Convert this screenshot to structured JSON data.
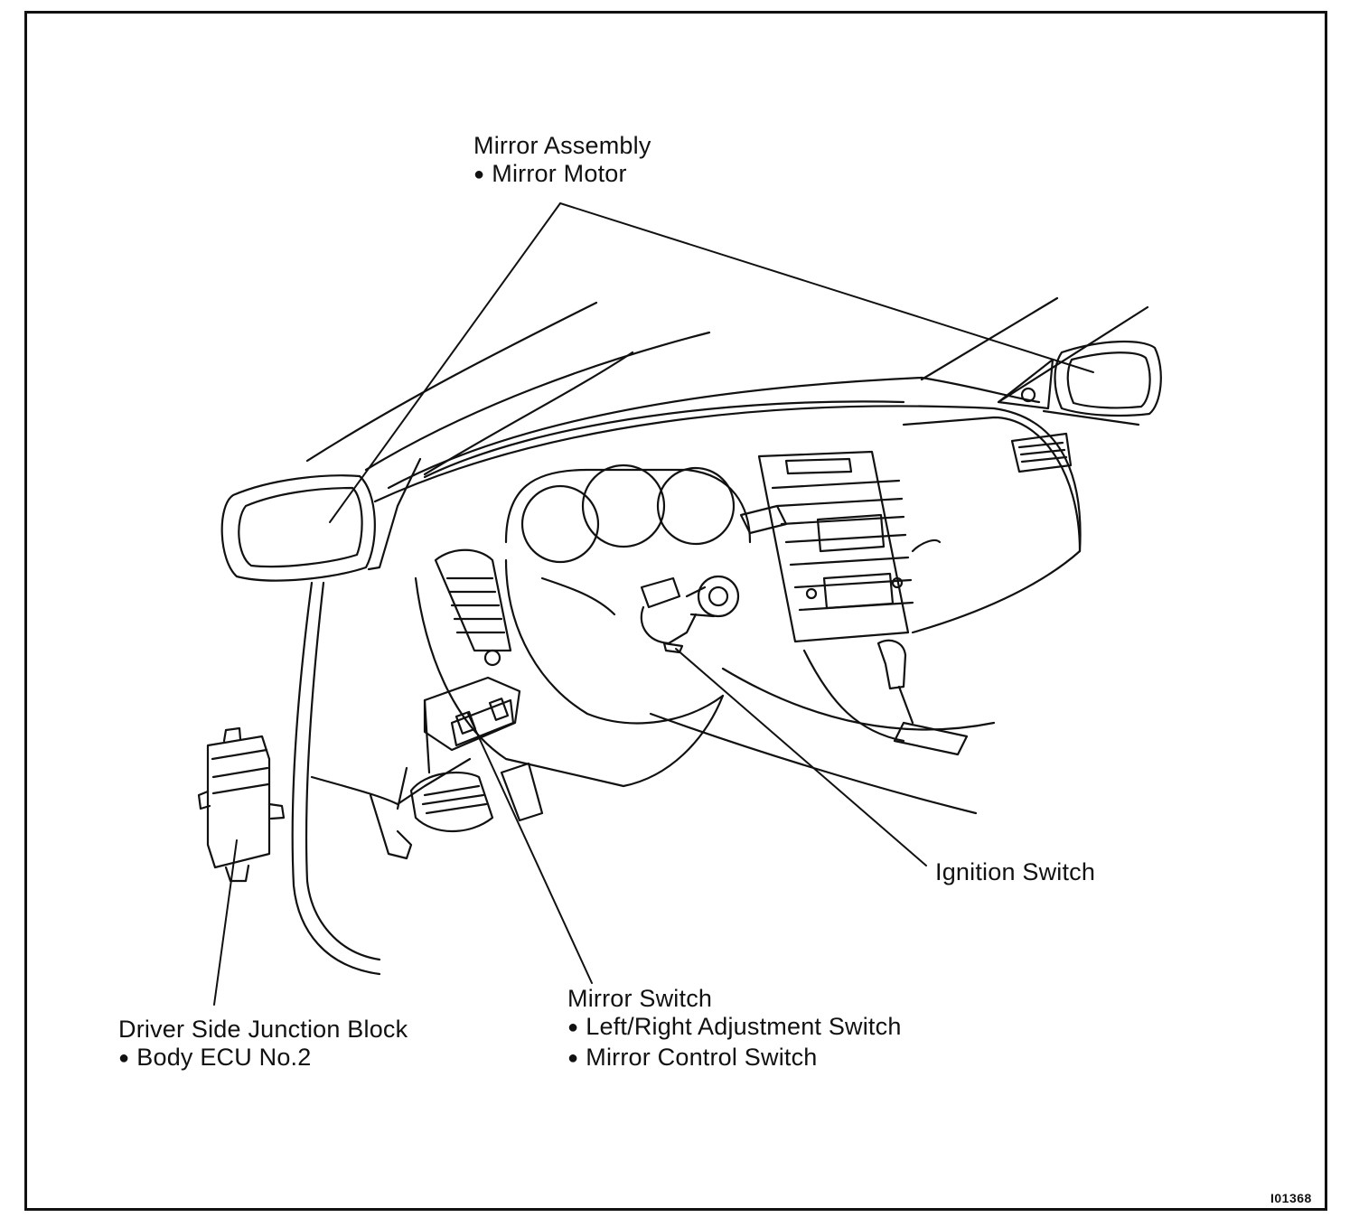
{
  "labels": {
    "mirror_assembly": {
      "title": "Mirror Assembly",
      "items": [
        "Mirror Motor"
      ]
    },
    "ignition_switch": {
      "title": "Ignition Switch"
    },
    "mirror_switch": {
      "title": "Mirror Switch",
      "items": [
        "Left/Right Adjustment Switch",
        "Mirror Control Switch"
      ]
    },
    "junction_block": {
      "title": "Driver Side Junction Block",
      "items": [
        "Body ECU No.2"
      ]
    }
  },
  "figure_code": "I01368",
  "colors": {
    "ink": "#111111",
    "paper": "#ffffff"
  }
}
